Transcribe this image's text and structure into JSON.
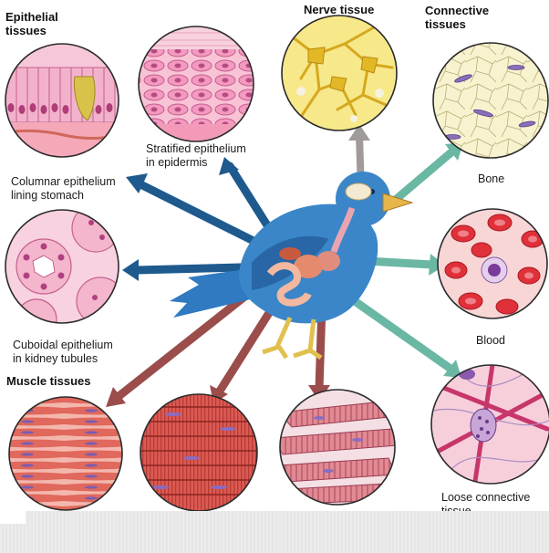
{
  "headers": {
    "epithelial": [
      "Epithelial",
      "tissues"
    ],
    "nerve": "Nerve tissue",
    "connective": [
      "Connective",
      "tissues"
    ],
    "muscle": "Muscle tissues"
  },
  "labels": {
    "stratified": [
      "Stratified epithelium",
      "in epidermis"
    ],
    "columnar": [
      "Columnar epithelium",
      "lining stomach"
    ],
    "cuboidal": [
      "Cuboidal epithelium",
      "in kidney tubules"
    ],
    "bone": "Bone",
    "blood": "Blood",
    "loose": [
      "Loose connective",
      "tissue"
    ]
  },
  "colors": {
    "bird_body": "#3a86c8",
    "bird_dark": "#1e5f9e",
    "arrow_blue": "#1e5a8e",
    "arrow_teal": "#6ab7a4",
    "arrow_red": "#9a4d4b",
    "arrow_gray": "#8f8c8a",
    "epithelium_pink": "#f1a7c6",
    "nerve_yellow": "#f5dc4a",
    "bone_cream": "#f6f0c8",
    "blood_red": "#e0303a",
    "muscle_red": "#d85248",
    "loose_pink": "#f6c9d6"
  }
}
